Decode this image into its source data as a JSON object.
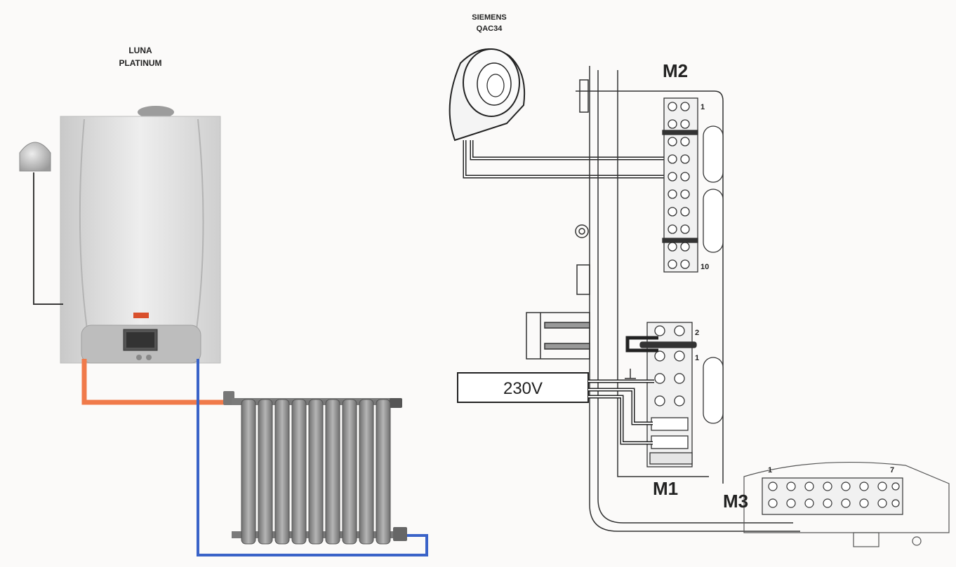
{
  "boiler": {
    "name_line1": "LUNA",
    "name_line2": "PLATINUM"
  },
  "sensor": {
    "brand": "SIEMENS",
    "model": "QAC34"
  },
  "power_supply": {
    "label": "230V"
  },
  "terminal_blocks": {
    "m1": {
      "label": "M1",
      "pin_top": "2",
      "pin_second": "1"
    },
    "m2": {
      "label": "M2",
      "pin_first": "1",
      "pin_last": "10"
    },
    "m3": {
      "label": "M3",
      "pin_first": "1",
      "pin_last": "7"
    }
  },
  "colors": {
    "flow_pipe": "#f07a4a",
    "return_pipe": "#3a63c8",
    "wire": "#222222",
    "boiler_body": "#dcdcdc",
    "radiator": "#8a8a8a"
  },
  "icons": [
    "outdoor-sensor-icon",
    "room-thermostat-icon",
    "radiator-icon",
    "boiler-icon",
    "ground-symbol-icon"
  ]
}
